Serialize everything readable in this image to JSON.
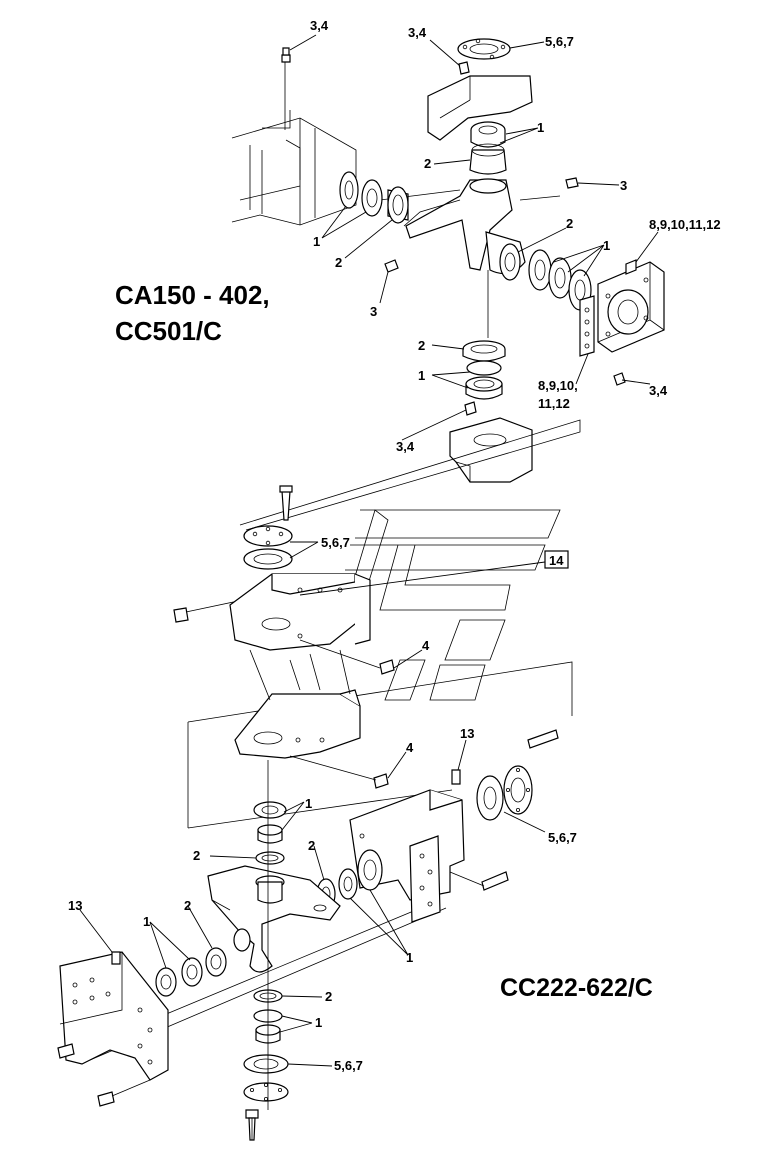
{
  "models": {
    "upper_line1": "CA150 - 402,",
    "upper_line2": "CC501/C",
    "lower": "CC222-622/C"
  },
  "callouts": {
    "upper": {
      "grease_top_left": "3,4",
      "grease_top_mid": "3,4",
      "seal_top": "5,6,7",
      "bearing_top": "1",
      "ring_top": "2",
      "grease_right": "3",
      "bearings_left": "1",
      "ring_left": "2",
      "grease_left": "3",
      "plate_right": "8,9,10,11,12",
      "ring_right": "2",
      "bearings_right": "1",
      "ring_bottom": "2",
      "bearings_bottom": "1",
      "shims_line1": "8,9,10,",
      "shims_line2": "11,12",
      "grease_right_low": "3,4",
      "grease_bottom": "3,4"
    },
    "middle": {
      "seal": "5,6,7",
      "box": "14",
      "grease_upper": "4",
      "grease_lower": "4"
    },
    "lower": {
      "grease_top": "13",
      "bearings_top": "1",
      "seal_right": "5,6,7",
      "ring_top": "2",
      "ring_mid": "2",
      "grease_left": "13",
      "bearings_left": "1",
      "ring_left": "2",
      "bearings_mid": "1",
      "ring_bottom": "2",
      "bearings_bottom": "1",
      "seal_bottom": "5,6,7"
    }
  }
}
